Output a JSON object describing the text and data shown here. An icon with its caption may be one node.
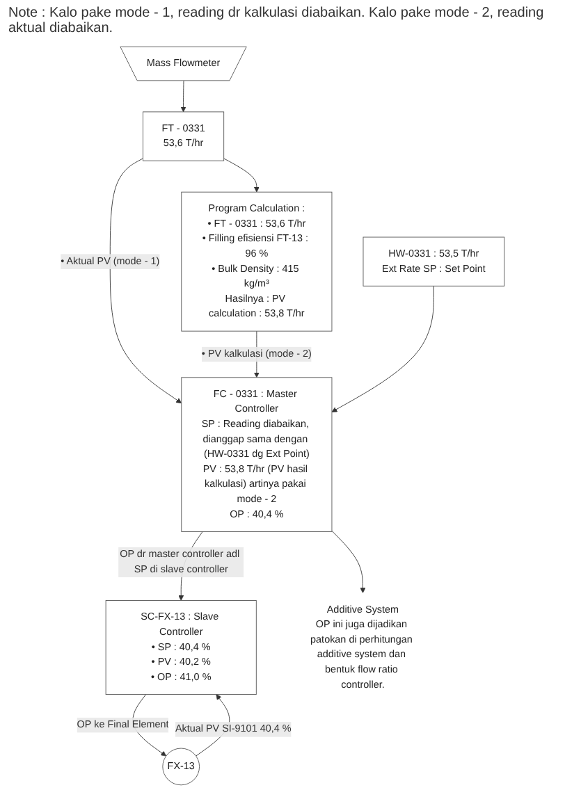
{
  "diagram": {
    "nodes": [
      {
        "text": [
          "Mass Flowmeter"
        ]
      },
      {
        "text": [
          "FT - 0331",
          "53,6 T/hr"
        ]
      },
      {
        "text": [
          "Program Calculation :",
          "• FT - 0331 : 53,6 T/hr",
          "• Filling efisiensi FT-13 : 96 %",
          "• Bulk Density : 415 kg/m³",
          "Hasilnya : PV calculation : 53,8 T/hr"
        ]
      },
      {
        "text": [
          "FC - 0331 : Master Controller",
          "SP : Reading diabaikan, dianggap sama dengan (HW-0331 dg Ext Point)",
          "PV : 53,8 T/hr (PV hasil kalkulasi) artinya pakai mode - 2",
          "OP : 40,4 %"
        ]
      },
      {
        "text": [
          "HW-0331 : 53,5 T/hr",
          "Ext Rate SP : Set Point"
        ]
      },
      {
        "text": [
          "SC-FX-13 : Slave Controller",
          "• SP : 40,4 %",
          "• PV : 40,2 %",
          "• OP : 41,0 %"
        ]
      },
      {
        "text": [
          "Additive System",
          "OP ini juga dijadikan patokan di perhitungan additive system dan bentuk flow ratio controller."
        ]
      },
      {
        "text": [
          "FX-13"
        ]
      }
    ],
    "edges": [
      {
        "from": 0,
        "to": 1,
        "arrow": "to"
      },
      {
        "from": 1,
        "to": 2,
        "arrow": "to"
      },
      {
        "from": 1,
        "to": 3,
        "arrow": "to",
        "label": "• Aktual PV (mode - 1)"
      },
      {
        "from": 2,
        "to": 3,
        "arrow": "to",
        "label": "• PV kalkulasi (mode - 2)"
      },
      {
        "from": 4,
        "to": 3,
        "arrow": "to"
      },
      {
        "from": 3,
        "to": 5,
        "arrow": "to",
        "label": "OP dr master controller adl SP di slave controller"
      },
      {
        "from": 3,
        "to": 6,
        "arrow": "to"
      },
      {
        "from": 5,
        "to": 7,
        "arrow": "to",
        "label": "OP ke Final Element"
      },
      {
        "from": 7,
        "to": 5,
        "arrow": "to",
        "label": "Aktual PV SI-9101 40,4 %"
      }
    ],
    "labels": [
      "Note : Kalo pake mode - 1, reading dr kalkulasi diabaikan. Kalo pake mode - 2, reading aktual diabaikan."
    ]
  }
}
